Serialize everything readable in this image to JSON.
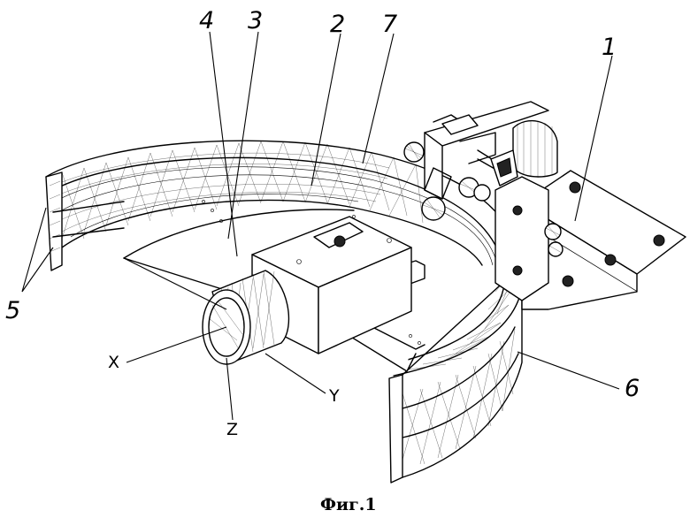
{
  "labels": {
    "n1": "1",
    "n2": "2",
    "n3": "3",
    "n4": "4",
    "n5": "5",
    "n6": "6",
    "n7": "7",
    "x": "X",
    "y": "Y",
    "z": "Z"
  },
  "caption": "Фиг.1"
}
